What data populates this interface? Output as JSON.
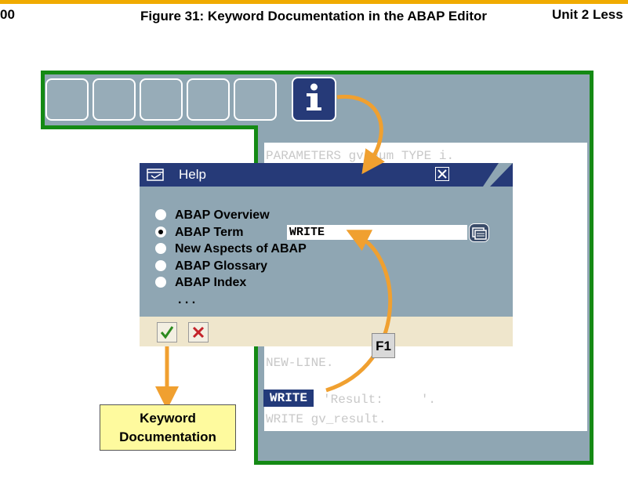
{
  "header": {
    "left": "00",
    "title": "Figure 31: Keyword Documentation in the ABAP Editor",
    "right": "Unit 2 Less"
  },
  "editor": {
    "line_parameters": "PARAMETERS gv_num TYPE i.",
    "line_newline": "NEW-LINE.",
    "write_keyword": "WRITE",
    "line_write_rest": "'Result:     '.",
    "line_write_result": "WRITE gv_result."
  },
  "help_dialog": {
    "title": "Help",
    "options": [
      {
        "label": "ABAP Overview",
        "selected": false
      },
      {
        "label": "ABAP Term",
        "selected": true
      },
      {
        "label": "New Aspects of ABAP",
        "selected": false
      },
      {
        "label": "ABAP Glossary",
        "selected": false
      },
      {
        "label": "ABAP Index",
        "selected": false
      }
    ],
    "more": ". . .",
    "term_value": "WRITE"
  },
  "icons": {
    "info": "info-icon",
    "help_title": "help-window-icon",
    "close": "close-icon",
    "lookup": "search-help-icon",
    "confirm": "checkmark-icon",
    "cancel": "cancel-icon"
  },
  "annotations": {
    "f1_key": "F1",
    "keyword_doc": "Keyword Documentation"
  },
  "colors": {
    "accent_orange": "#f0a030",
    "frame_green": "#148a14",
    "sap_blue": "#263a78",
    "panel_gray": "#8fa6b3"
  }
}
